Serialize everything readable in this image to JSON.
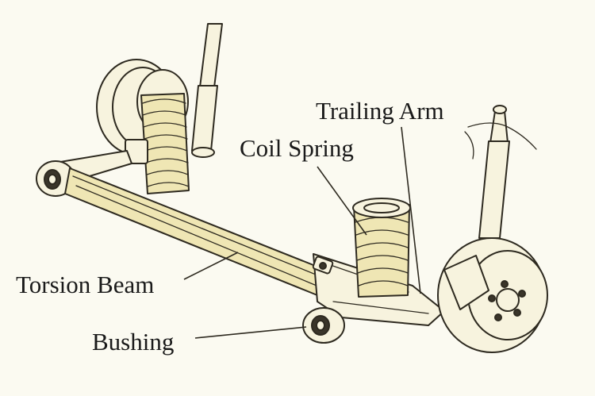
{
  "diagram": {
    "labels": {
      "trailing_arm": "Trailing Arm",
      "coil_spring": "Coil Spring",
      "torsion_beam": "Torsion Beam",
      "bushing": "Bushing"
    }
  }
}
